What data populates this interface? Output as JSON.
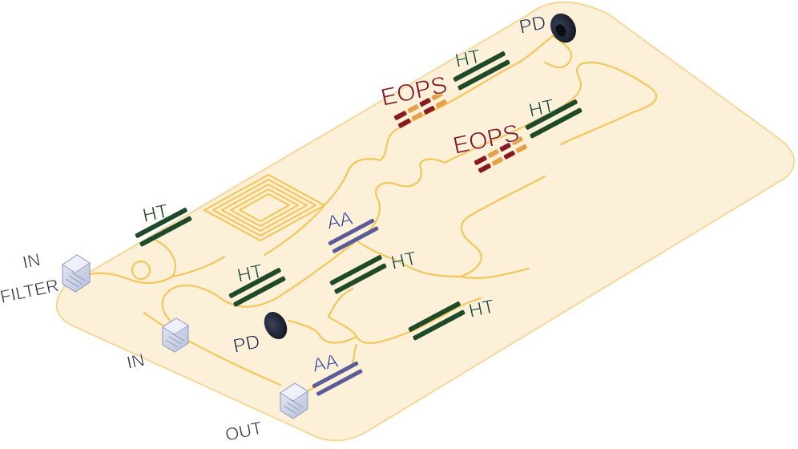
{
  "colors": {
    "chip_fill": "#fdf0d8",
    "chip_stroke": "#f4d79a",
    "waveguide": "#f2c75b",
    "heater": "#1f4a2a",
    "eops": "#8a1a22",
    "eops_stripe": "#e7a04a",
    "amplifier": "#5a5c9a",
    "photodiode": "#1b2130",
    "coupler_fill": "#cfd6ea",
    "coupler_stroke": "#9aa3c2"
  },
  "labels": {
    "ht_1": "HT",
    "ht_2": "HT",
    "ht_3": "HT",
    "ht_4": "HT",
    "ht_5": "HT",
    "ht_6": "HT",
    "eops_1": "EOPS",
    "eops_2": "EOPS",
    "aa_1": "AA",
    "aa_2": "AA",
    "pd_1": "PD",
    "pd_2": "PD",
    "port_in_filter_1": "IN",
    "port_in_filter_2": "FILTER",
    "port_in": "IN",
    "port_out": "OUT"
  },
  "icons": {
    "grating_coupler": "grating-coupler-icon",
    "photodiode": "photodiode-icon"
  }
}
